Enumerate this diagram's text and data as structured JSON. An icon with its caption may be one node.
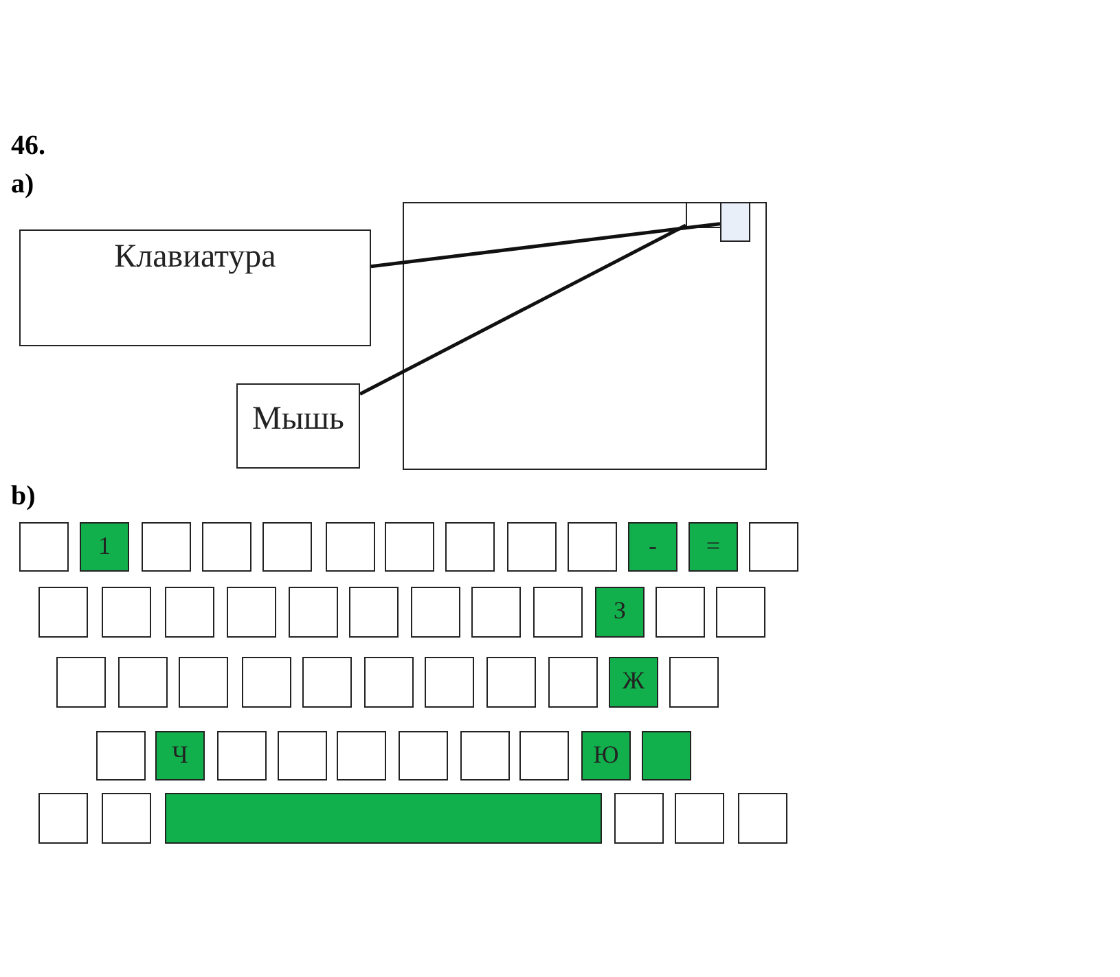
{
  "diagram": {
    "nodes": [
      {
        "text": [
          "Клавиатура"
        ]
      },
      {
        "text": [],
        "shape": "box"
      },
      {
        "text": [],
        "shape": "box",
        "in": 1
      },
      {
        "text": [],
        "shape": "box",
        "in": 1
      },
      {
        "text": [
          "Мышь"
        ]
      },
      {
        "text": [],
        "shape": "box"
      },
      {
        "text": [
          "1"
        ]
      },
      {
        "text": [],
        "shape": "box"
      },
      {
        "text": [],
        "shape": "box"
      },
      {
        "text": [],
        "shape": "box"
      },
      {
        "text": [],
        "shape": "box"
      },
      {
        "text": [],
        "shape": "box"
      },
      {
        "text": [],
        "shape": "box"
      },
      {
        "text": [],
        "shape": "box"
      },
      {
        "text": [],
        "shape": "box"
      },
      {
        "text": [
          "-"
        ]
      },
      {
        "text": [
          "="
        ]
      },
      {
        "text": [],
        "shape": "box"
      },
      {
        "text": [],
        "shape": "box"
      },
      {
        "text": [],
        "shape": "box"
      },
      {
        "text": [],
        "shape": "box"
      },
      {
        "text": [],
        "shape": "box"
      },
      {
        "text": [],
        "shape": "box"
      },
      {
        "text": [],
        "shape": "box"
      },
      {
        "text": [],
        "shape": "box"
      },
      {
        "text": [],
        "shape": "box"
      },
      {
        "text": [],
        "shape": "box"
      },
      {
        "text": [
          "З"
        ]
      },
      {
        "text": [],
        "shape": "box"
      },
      {
        "text": [],
        "shape": "box"
      },
      {
        "text": [],
        "shape": "box"
      },
      {
        "text": [],
        "shape": "box"
      },
      {
        "text": [],
        "shape": "box"
      },
      {
        "text": [],
        "shape": "box"
      },
      {
        "text": [],
        "shape": "box"
      },
      {
        "text": [],
        "shape": "box"
      },
      {
        "text": [],
        "shape": "box"
      },
      {
        "text": [],
        "shape": "box"
      },
      {
        "text": [],
        "shape": "box"
      },
      {
        "text": [
          "Ж"
        ]
      },
      {
        "text": [],
        "shape": "box"
      },
      {
        "text": [],
        "shape": "box"
      },
      {
        "text": [
          "Ч"
        ]
      },
      {
        "text": [],
        "shape": "box"
      },
      {
        "text": [],
        "shape": "box"
      },
      {
        "text": [],
        "shape": "box"
      },
      {
        "text": [],
        "shape": "box"
      },
      {
        "text": [],
        "shape": "box"
      },
      {
        "text": [],
        "shape": "box"
      },
      {
        "text": [
          "Ю"
        ]
      },
      {
        "text": [],
        "shape": "box"
      },
      {
        "text": [],
        "shape": "box"
      },
      {
        "text": [],
        "shape": "box"
      },
      {
        "text": [],
        "shape": "box"
      },
      {
        "text": [],
        "shape": "box"
      },
      {
        "text": [],
        "shape": "box"
      },
      {
        "text": [],
        "shape": "box"
      }
    ],
    "edges": [
      {
        "from": 0,
        "to": 3,
        "arrow": "none"
      },
      {
        "from": 4,
        "to": 2,
        "arrow": "none"
      }
    ],
    "labels": [
      "46.",
      "a)",
      "b)"
    ]
  }
}
